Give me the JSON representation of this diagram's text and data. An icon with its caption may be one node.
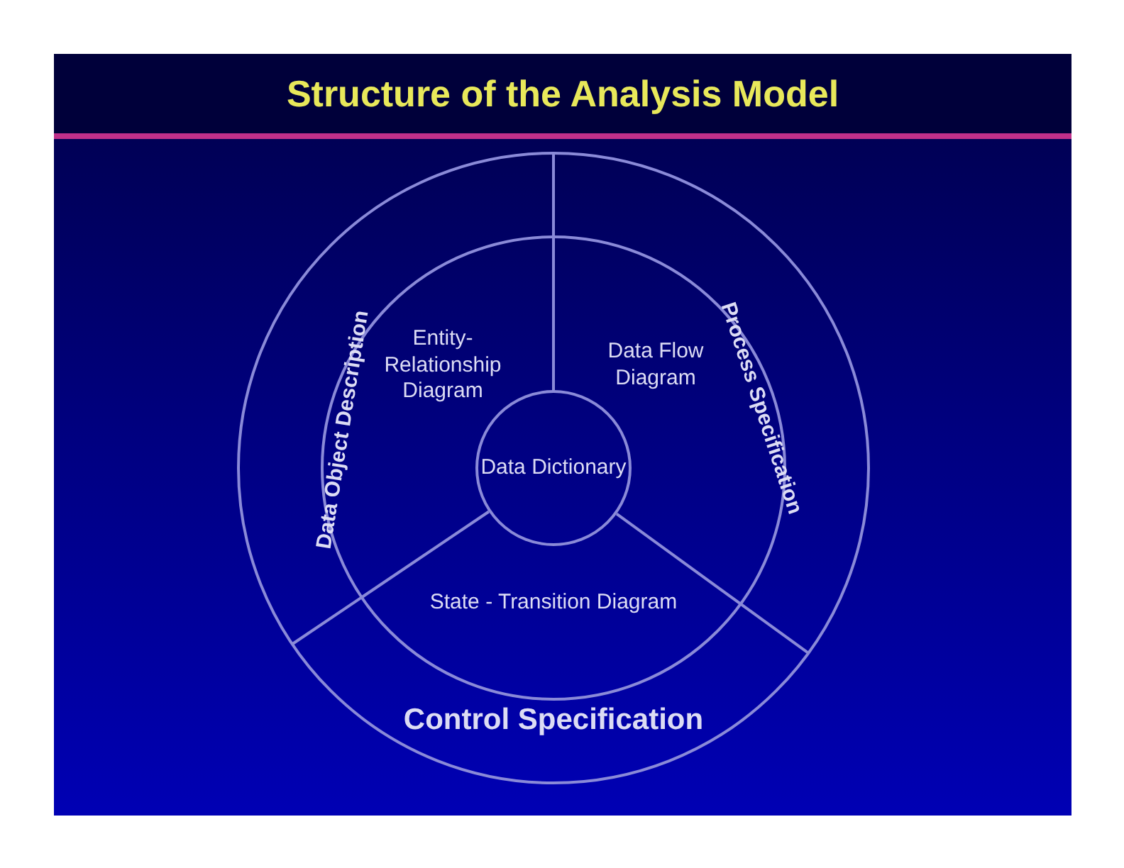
{
  "diagram": {
    "title": "Structure of the Analysis Model",
    "nodes": [
      {
        "text": [
          "Data Object Description"
        ]
      },
      {
        "text": [
          "Process Specification"
        ]
      },
      {
        "text": [
          "Control Specification"
        ]
      },
      {
        "text": [
          "Entity- Relationship Diagram"
        ]
      },
      {
        "text": [
          "Data Flow Diagram"
        ]
      },
      {
        "text": [
          "State - Transition Diagram"
        ]
      },
      {
        "text": [
          "Data Dictionary"
        ]
      }
    ],
    "edges": []
  }
}
